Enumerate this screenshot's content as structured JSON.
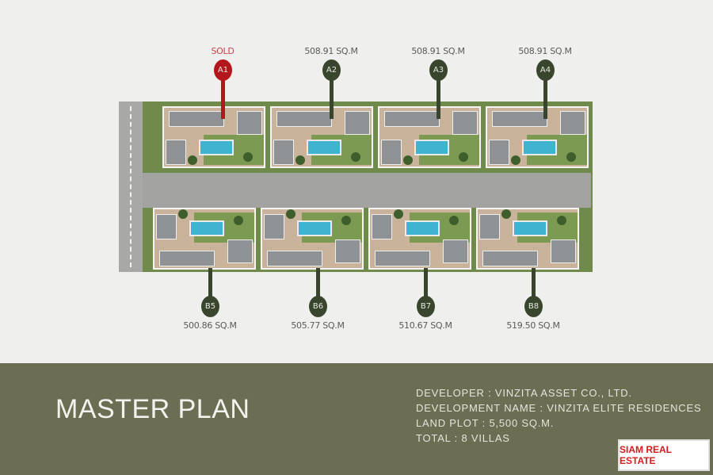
{
  "plan": {
    "top_units": [
      {
        "id": "A1",
        "label": "SOLD",
        "sold": true
      },
      {
        "id": "A2",
        "label": "508.91 SQ.M",
        "sold": false
      },
      {
        "id": "A3",
        "label": "508.91 SQ.M",
        "sold": false
      },
      {
        "id": "A4",
        "label": "508.91 SQ.M",
        "sold": false
      }
    ],
    "bottom_units": [
      {
        "id": "B5",
        "label": "500.86 SQ.M",
        "sold": false
      },
      {
        "id": "B6",
        "label": "505.77 SQ.M",
        "sold": false
      },
      {
        "id": "B7",
        "label": "510.67 SQ.M",
        "sold": false
      },
      {
        "id": "B8",
        "label": "519.50 SQ.M",
        "sold": false
      }
    ],
    "colors": {
      "sold": "#b3171b",
      "available": "#39452c",
      "sold_text": "#c0474a"
    }
  },
  "footer": {
    "title": "MASTER PLAN",
    "info": [
      "DEVELOPER : VINZITA ASSET CO., LTD.",
      "DEVELOPMENT NAME : VINZITA ELITE RESIDENCES",
      "LAND PLOT : 5,500 SQ.M.",
      "TOTAL : 8 VILLAS"
    ],
    "logo": "SIAM REAL ESTATE"
  }
}
